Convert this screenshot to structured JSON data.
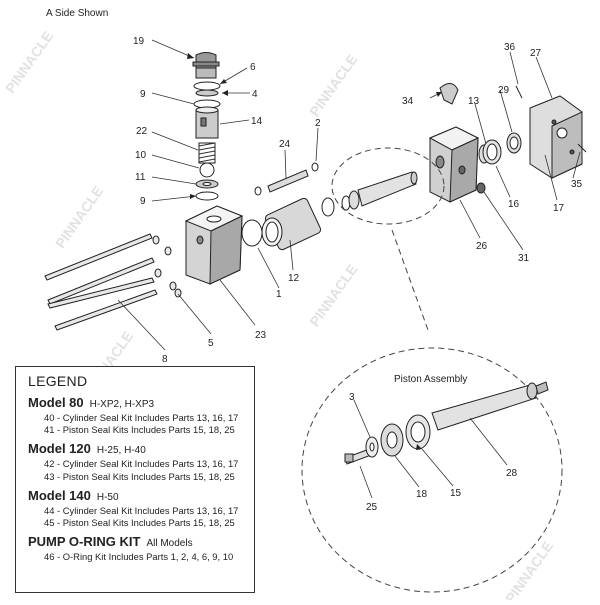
{
  "caption": "A Side Shown",
  "callouts": [
    "19",
    "6",
    "4",
    "9",
    "14",
    "22",
    "10",
    "11",
    "9",
    "24",
    "2",
    "34",
    "36",
    "27",
    "13",
    "29",
    "12",
    "1",
    "23",
    "8",
    "5",
    "26",
    "16",
    "31",
    "17",
    "35"
  ],
  "piston": {
    "title": "Piston Assembly",
    "callouts": [
      "3",
      "28",
      "18",
      "15",
      "25"
    ]
  },
  "legend": {
    "title": "LEGEND",
    "groups": [
      {
        "model": "Model 80",
        "sub": "H-XP2, H-XP3",
        "lines": [
          "40 - Cylinder Seal Kit Includes Parts 13, 16, 17",
          "41 - Piston Seal Kits Includes Parts 15, 18, 25"
        ]
      },
      {
        "model": "Model 120",
        "sub": "H-25, H-40",
        "lines": [
          "42 - Cylinder Seal Kit Includes Parts 13, 16, 17",
          "43 - Piston Seal Kits Includes Parts 15, 18, 25"
        ]
      },
      {
        "model": "Model 140",
        "sub": "H-50",
        "lines": [
          "44 - Cylinder Seal Kit Includes Parts 13, 16, 17",
          "45 - Piston Seal Kits Includes Parts 15, 18, 25"
        ]
      },
      {
        "model": "PUMP  O-RING KIT",
        "sub": "All Models",
        "lines": [
          "46 - O-Ring Kit Includes Parts 1, 2, 4, 6, 9, 10"
        ]
      }
    ]
  },
  "watermark": "PINNACLE"
}
